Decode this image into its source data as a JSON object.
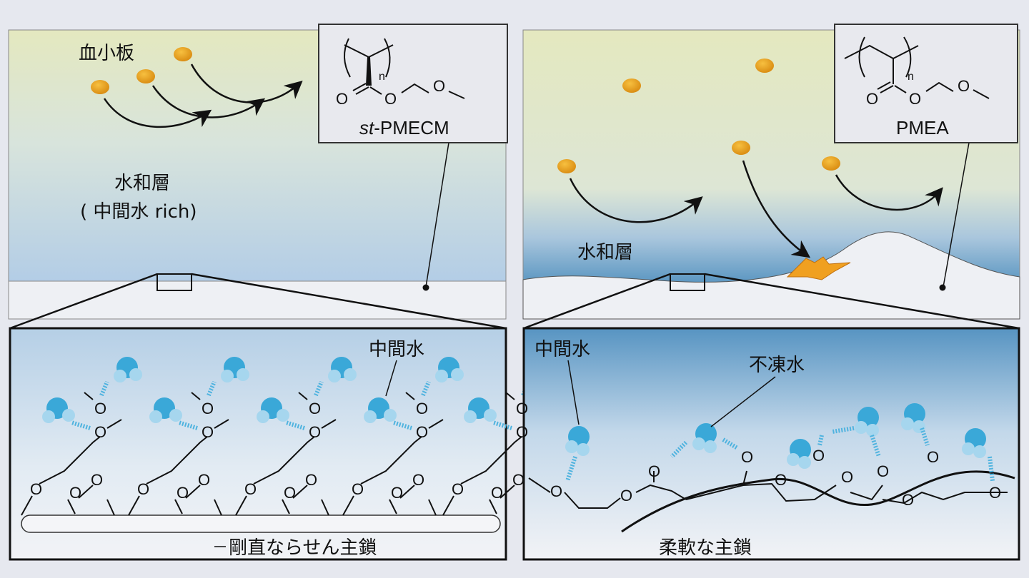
{
  "left": {
    "platelet_label": "血小板",
    "hydration_label": "水和層",
    "hydration_sub": "( 中間水 rich)",
    "polymer_name": "st-PMECM",
    "polymer_prefix": "st",
    "polymer_suffix": "-PMECM",
    "zoom": {
      "intermediate_water": "中間水",
      "backbone_label": "剛直ならせん主鎖"
    }
  },
  "right": {
    "hydration_label": "水和層",
    "polymer_name": "PMEA",
    "zoom": {
      "intermediate_water": "中間水",
      "nonfreezing_water": "不凍水",
      "backbone_label": "柔軟な主鎖"
    }
  },
  "chem": {
    "oxygen": "O",
    "repeat": "n"
  },
  "colors": {
    "background": "#e6e8ef",
    "platelet": "#e8a21a",
    "water_oxygen": "#3aa8d8",
    "water_hydrogen": "#a6d6ee",
    "activated_platelet": "#f0a020"
  }
}
